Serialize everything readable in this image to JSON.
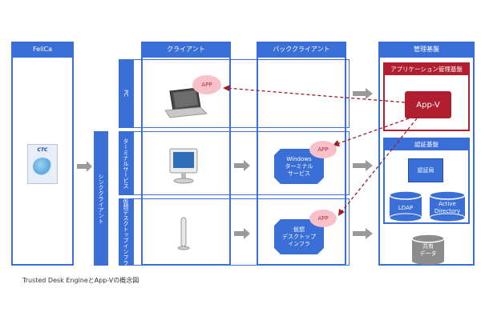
{
  "felica": {
    "header": "FeliCa",
    "card_logo": "CTC"
  },
  "columns": {
    "client": "クライアント",
    "back_client": "バッククライアント",
    "management": "管理基盤"
  },
  "sync_client": "シンククライアント",
  "rows": {
    "pc": "PC",
    "terminal": "ターミナルサービス",
    "vdi": "仮想デスクトップインフラ"
  },
  "app_bubble": "APP",
  "back_client_items": {
    "windows_terminal": [
      "Windows",
      "ターミナル",
      "サービス"
    ],
    "virtual_desktop": [
      "仮想",
      "デスクトップ",
      "インフラ"
    ]
  },
  "management": {
    "app_mgmt_header": "アプリケーション管理基盤",
    "appv": "App-V",
    "auth_header": "認証基盤",
    "auth_station": "認証局",
    "ldap": "LDAP",
    "active_directory": [
      "Active",
      "Directory"
    ],
    "shared_data": [
      "共有",
      "データ"
    ]
  },
  "caption": "Trusted Desk EngineとApp-Vの概念図",
  "colors": {
    "blue": "#3a6fd8",
    "dark_red": "#b01e2f",
    "pink": "#f8c0c8",
    "gray": "#8c8c8c",
    "arrow_gray": "#9a9a9a"
  }
}
